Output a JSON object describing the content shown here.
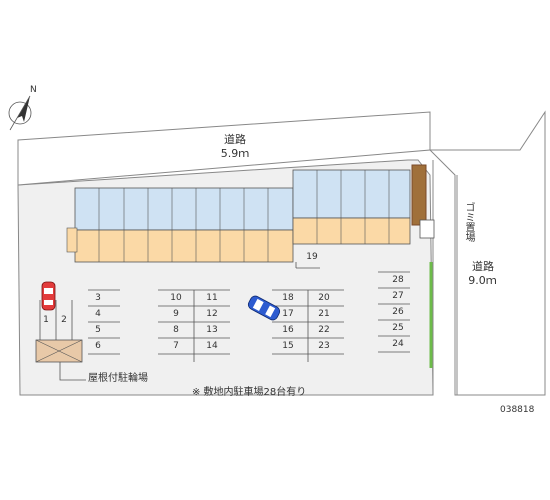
{
  "compass": {
    "label": "N",
    "icon": "north-arrow-icon"
  },
  "roads": {
    "top": {
      "name": "道路",
      "width": "5.9ｍ"
    },
    "right": {
      "name": "道路",
      "width": "9.0ｍ"
    }
  },
  "garbage_area": {
    "label": "ゴミ置場"
  },
  "bike_shelter": {
    "label": "屋根付駐輪場"
  },
  "note": "※ 敷地内駐車場28台有り",
  "map_id": "038818",
  "parking": {
    "left_pair": [
      "1",
      "2"
    ],
    "col_a": [
      "3",
      "4",
      "5",
      "6"
    ],
    "col_b": [
      "10",
      "9",
      "8",
      "7"
    ],
    "col_c": [
      "11",
      "12",
      "13",
      "14"
    ],
    "col_d": [
      "18",
      "17",
      "16",
      "15"
    ],
    "col_e": [
      "20",
      "21",
      "22",
      "23"
    ],
    "col_f": [
      "28",
      "27",
      "26",
      "25",
      "24"
    ],
    "slot_19": "19"
  },
  "colors": {
    "building_blue": "#cfe2f3",
    "building_orange": "#fbd9a6",
    "road_fill": "#ffffff",
    "site_fill": "#f0f0f0",
    "car_red": "#e23b3b",
    "car_blue": "#2d5bd0",
    "hedge": "#6dbb4a",
    "wall": "#7a4a2a"
  }
}
